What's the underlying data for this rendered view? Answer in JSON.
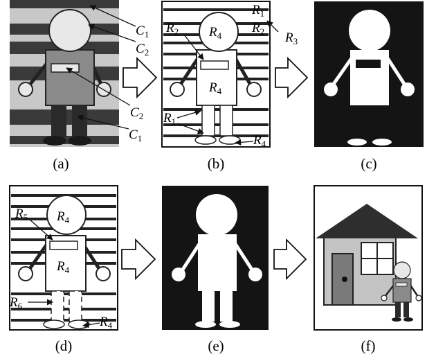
{
  "panels": [
    {
      "caption": "(a)"
    },
    {
      "caption": "(b)"
    },
    {
      "caption": "(c)"
    },
    {
      "caption": "(d)"
    },
    {
      "caption": "(e)"
    },
    {
      "caption": "(f)"
    }
  ],
  "labels": {
    "C1": {
      "main": "C",
      "sub": "1"
    },
    "C2": {
      "main": "C",
      "sub": "2"
    },
    "R1": {
      "main": "R",
      "sub": "1"
    },
    "R2": {
      "main": "R",
      "sub": "2"
    },
    "R3": {
      "main": "R",
      "sub": "3"
    },
    "R4": {
      "main": "R",
      "sub": "4"
    },
    "R5": {
      "main": "R",
      "sub": "5"
    },
    "R6": {
      "main": "R",
      "sub": "6"
    }
  },
  "colors": {
    "stripe_dark": "#3a3a3a",
    "stripe_light": "#c8c8c8",
    "torso_gray": "#8a8a8a",
    "head_light": "#e8e8e8",
    "legs_dark": "#2a2a2a",
    "black_bg": "#141414",
    "house_wall": "#c4c4c4",
    "roof": "#2e2e2e",
    "door": "#7a7a7a"
  },
  "icons": [
    "right-arrow-icon"
  ]
}
